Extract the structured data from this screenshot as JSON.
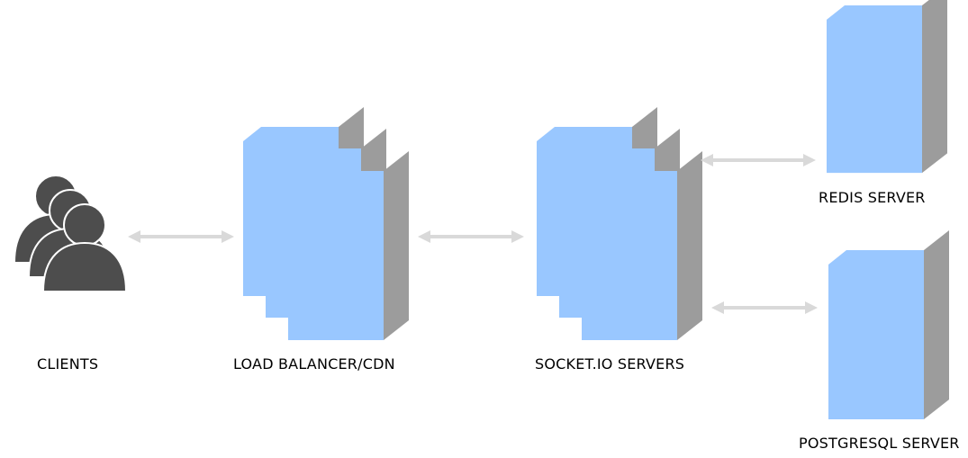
{
  "colors": {
    "server_front": "#99c7ff",
    "server_side": "#9c9c9c",
    "client_icon": "#4d4d4d",
    "connector": "#d9d9d9"
  },
  "nodes": {
    "clients": {
      "label": "CLIENTS",
      "icon": "users-icon"
    },
    "load_balancer": {
      "label": "LOAD BALANCER/CDN",
      "icon": "server-stack-icon"
    },
    "socketio_servers": {
      "label": "SOCKET.IO SERVERS",
      "icon": "server-stack-icon"
    },
    "redis_server": {
      "label": "REDIS SERVER",
      "icon": "server-icon"
    },
    "postgresql_server": {
      "label": "POSTGRESQL SERVER",
      "icon": "server-icon"
    }
  },
  "connections": [
    {
      "from": "clients",
      "to": "load_balancer",
      "style": "bidirectional"
    },
    {
      "from": "load_balancer",
      "to": "socketio_servers",
      "style": "bidirectional"
    },
    {
      "from": "socketio_servers",
      "to": "redis_server",
      "style": "bidirectional"
    },
    {
      "from": "socketio_servers",
      "to": "postgresql_server",
      "style": "bidirectional"
    }
  ]
}
